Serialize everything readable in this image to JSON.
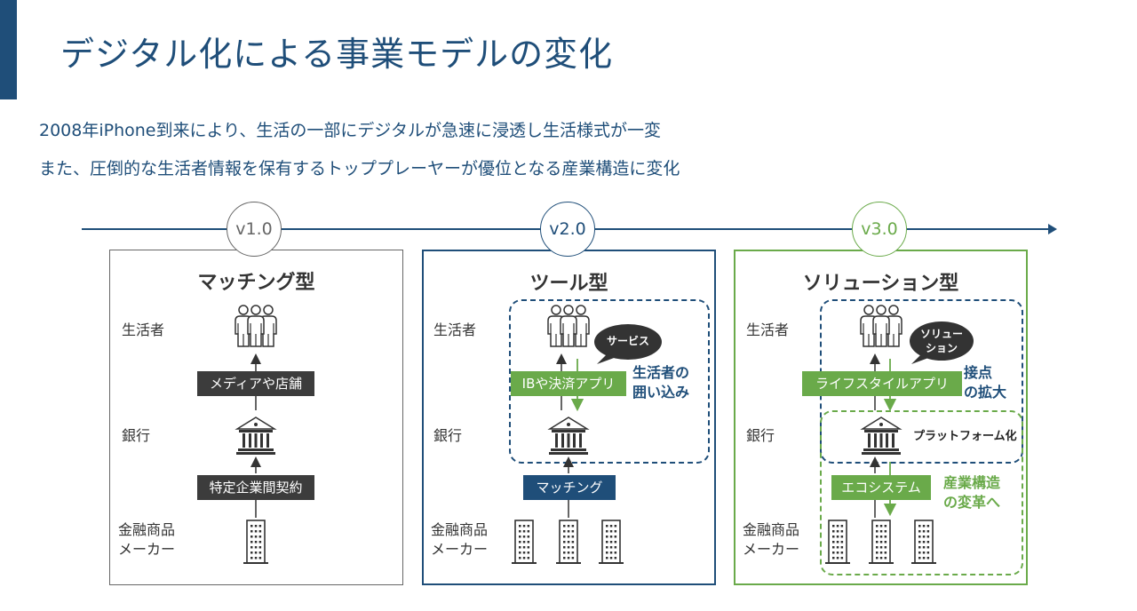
{
  "header": {
    "title": "デジタル化による事業モデルの変化",
    "subtitle_line1": "2008年iPhone到来により、生活の一部にデジタルが急速に浸透し生活様式が一変",
    "subtitle_line2": "また、圧倒的な生活者情報を保有するトッププレーヤーが優位となる産業構造に変化"
  },
  "colors": {
    "navy": "#1f4e79",
    "green": "#6aaa4a",
    "dark": "#3c3c3c",
    "gray": "#666666"
  },
  "timeline": {
    "v1": "v1.0",
    "v2": "v2.0",
    "v3": "v3.0"
  },
  "row_labels": {
    "consumer": "生活者",
    "bank": "銀行",
    "maker_line1": "金融商品",
    "maker_line2": "メーカー"
  },
  "panels": [
    {
      "title": "マッチング型",
      "upper_link": "メディアや店舗",
      "lower_link": "特定企業間契約"
    },
    {
      "title": "ツール型",
      "upper_link": "IBや決済アプリ",
      "lower_link": "マッチング",
      "bubble": "サービス",
      "note_line1": "生活者の",
      "note_line2": "囲い込み"
    },
    {
      "title": "ソリューション型",
      "upper_link": "ライフスタイルアプリ",
      "lower_link": "エコシステム",
      "bubble_line1": "ソリュー",
      "bubble_line2": "ション",
      "note_top_line1": "接点",
      "note_top_line2": "の拡大",
      "note_mid": "プラットフォーム化",
      "note_bottom_line1": "産業構造",
      "note_bottom_line2": "の変革へ"
    }
  ],
  "icons": [
    "people-icon",
    "bank-icon",
    "building-icon",
    "speech-bubble-icon",
    "arrow-up-icon",
    "arrow-down-icon"
  ]
}
